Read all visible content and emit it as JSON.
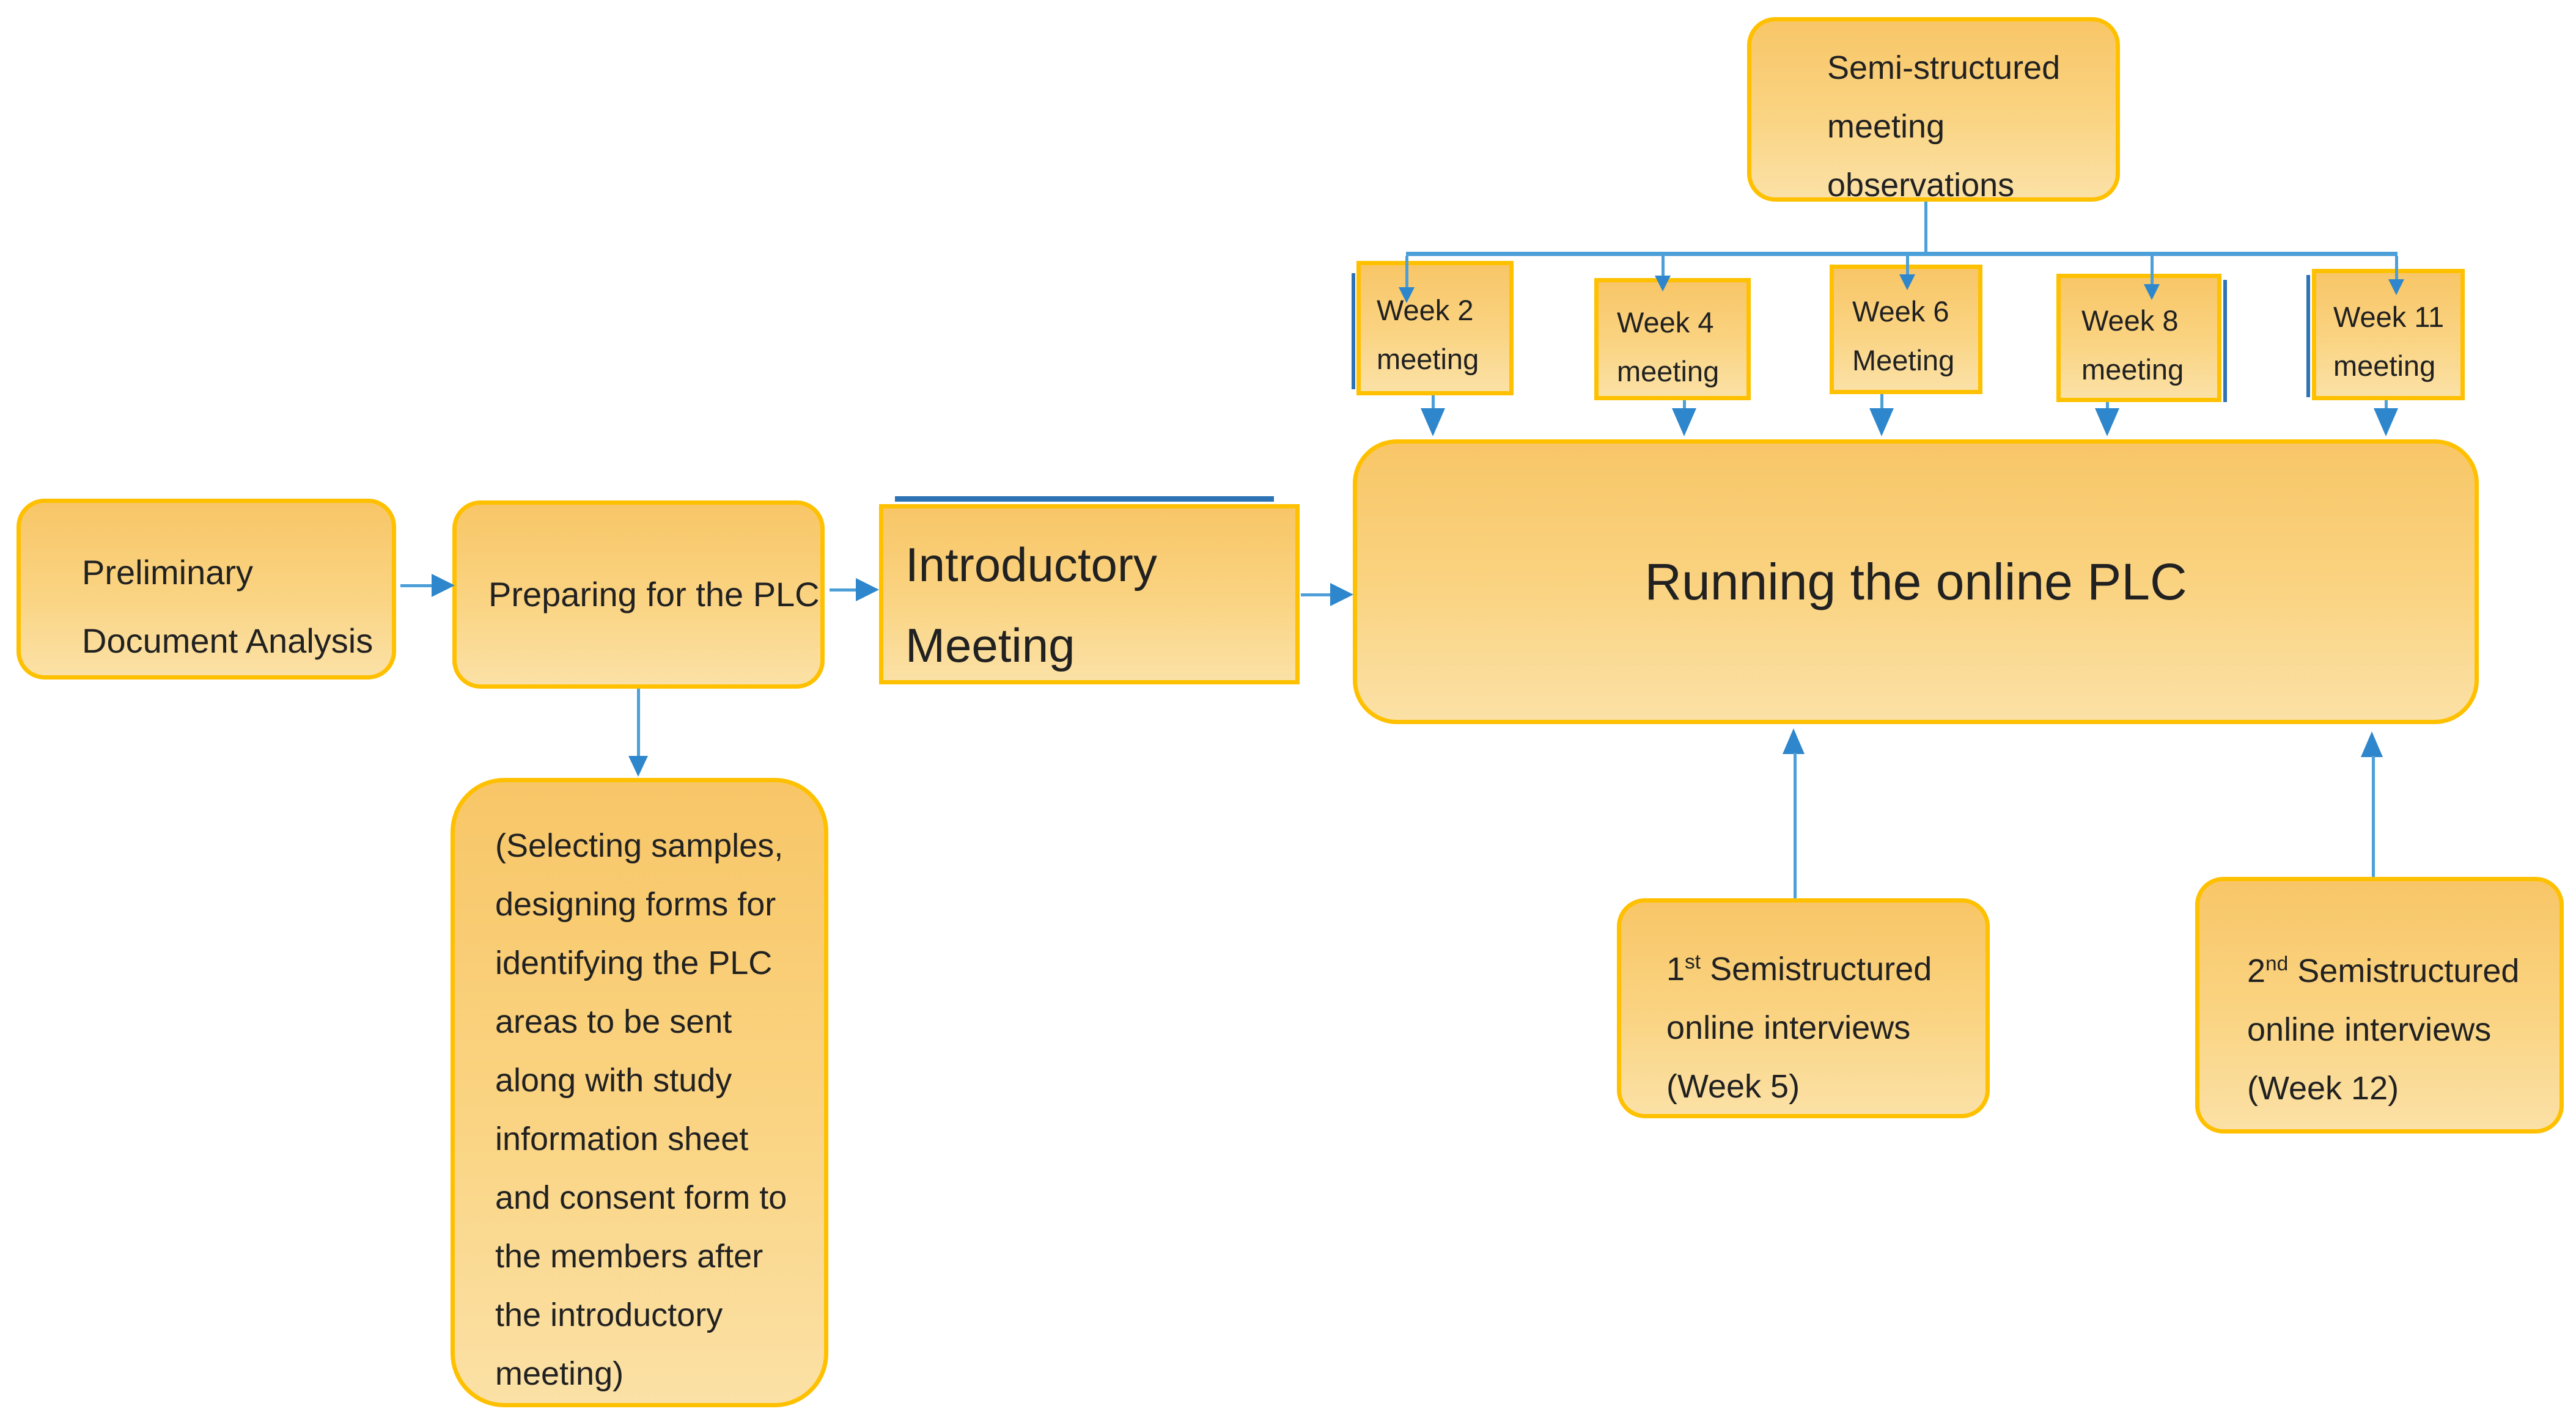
{
  "diagram": {
    "boxes": {
      "preliminary": {
        "line1": "Preliminary",
        "line2": "Document Analysis"
      },
      "preparing": {
        "label": "Preparing for the PLC"
      },
      "introductory": {
        "line1": "Introductory",
        "line2": "Meeting"
      },
      "running": {
        "label": "Running the online PLC"
      },
      "observations": {
        "line1": "Semi-structured",
        "line2": "meeting",
        "line3": "observations"
      },
      "weeks": [
        {
          "line1": "Week 2",
          "line2": "meeting"
        },
        {
          "line1": "Week 4",
          "line2": "meeting"
        },
        {
          "line1": "Week 6",
          "line2": "Meeting"
        },
        {
          "line1": "Week 8",
          "line2": "meeting"
        },
        {
          "line1": "Week 11",
          "line2": "meeting"
        }
      ],
      "interviews1": {
        "ordinal": "1",
        "ordinal_suffix": "st",
        "line1_rest": " Semistructured",
        "line2": "online interviews",
        "line3": "(Week 5)"
      },
      "interviews2": {
        "ordinal": "2",
        "ordinal_suffix": "nd",
        "line1_rest": "  Semistructured",
        "line2": "online interviews",
        "line3": "(Week 12)"
      },
      "selecting": {
        "lines": [
          "(Selecting samples,",
          "designing forms for",
          "identifying the PLC",
          "areas to be sent",
          "along with study",
          "information sheet",
          "and consent form to",
          "the members after",
          "the introductory",
          "meeting)"
        ]
      }
    },
    "colors": {
      "box_border": "#FFC000",
      "box_fill_top": "#F8C667",
      "box_fill_bottom": "#FBE1A6",
      "connector_line": "#4C9FD8",
      "arrowhead": "#2E86CC",
      "accent_edge": "#2E74B5",
      "text": "#212121"
    }
  }
}
